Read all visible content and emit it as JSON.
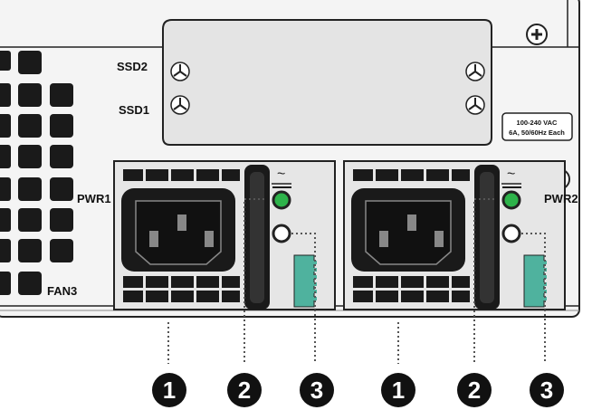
{
  "labels": {
    "ssd_top": "SSD2",
    "ssd_bottom": "SSD1",
    "psu_left": "PWR1",
    "psu_right": "PWR2",
    "fan": "FAN3"
  },
  "spec_label": {
    "line1": "100-240 VAC",
    "line2": "6A, 50/60Hz Each"
  },
  "psu_left_tilde": "~",
  "psu_right_tilde": "~",
  "callouts": [
    {
      "number": "1",
      "target": "power-inlet"
    },
    {
      "number": "2",
      "target": "status-led"
    },
    {
      "number": "3",
      "target": "release-latch"
    },
    {
      "number": "1",
      "target": "power-inlet"
    },
    {
      "number": "2",
      "target": "status-led"
    },
    {
      "number": "3",
      "target": "release-latch"
    }
  ],
  "colors": {
    "chassis": "#f2f2f2",
    "panel": "#e6e6e6",
    "vent": "#1a1a1a",
    "led": "#2db34a",
    "latch": "#4fb29e",
    "outline": "#222222"
  }
}
